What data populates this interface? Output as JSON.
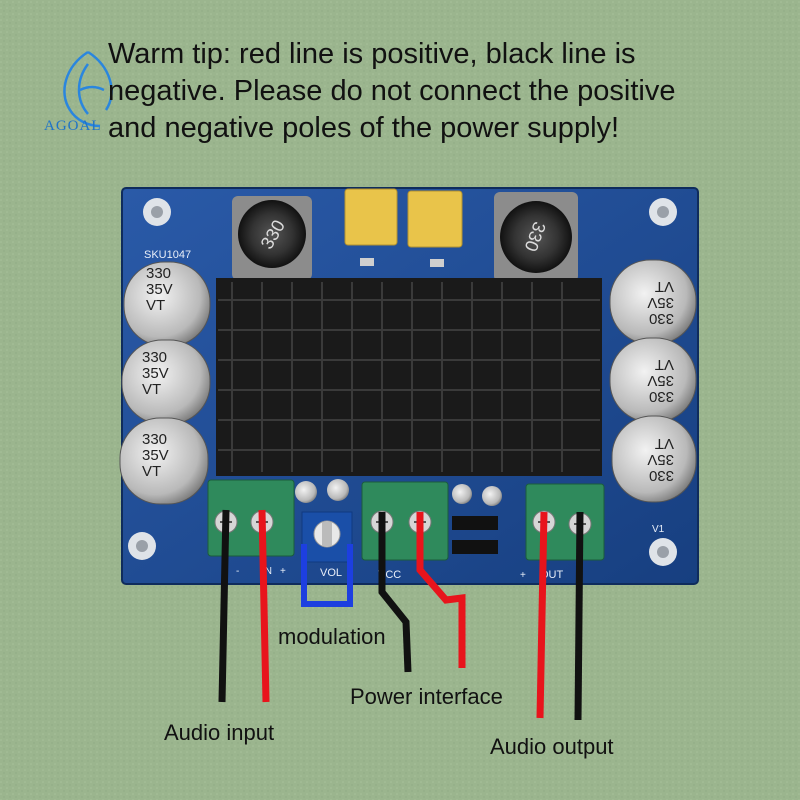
{
  "warm_tip": {
    "lines": [
      "Warm tip: red line is positive, black line is",
      "negative. Please do not connect the positive",
      "and negative poles of the power supply!"
    ]
  },
  "logo": {
    "text": "AGOAL"
  },
  "board": {
    "sku": "SKU1047",
    "inductor_label": "330",
    "capacitor_lines": [
      "330",
      "35V",
      "VT"
    ],
    "vol_label": "VOL",
    "vcc_label": "VCC",
    "out_label": "OUT",
    "in_label": "IN",
    "v1_label": "V1",
    "plus": "+",
    "minus": "-"
  },
  "callouts": {
    "modulation": "modulation",
    "power_interface": "Power interface",
    "audio_input": "Audio input",
    "audio_output": "Audio output"
  },
  "colors": {
    "background": "#9bb58e",
    "pcb": "#1f4e97",
    "heatsink": "#1a1a1a",
    "terminal": "#2f8a5c",
    "wire_positive": "#e8141c",
    "wire_negative": "#111111",
    "modulation_outline": "#1d3fe0",
    "capacitor_yellow": "#e9c44a"
  }
}
